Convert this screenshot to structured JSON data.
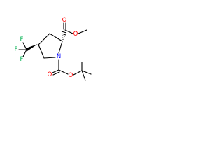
{
  "atoms": {
    "o_ester_carbonyl": "O",
    "o_ester_single": "O",
    "n_ring": "N",
    "o_boc_carbonyl": "O",
    "o_boc_single": "O",
    "f1": "F",
    "f2": "F",
    "f3": "F"
  },
  "colors": {
    "oxygen": "#ff0000",
    "nitrogen": "#0000ff",
    "fluorine": "#00b050",
    "bond": "#000000"
  }
}
